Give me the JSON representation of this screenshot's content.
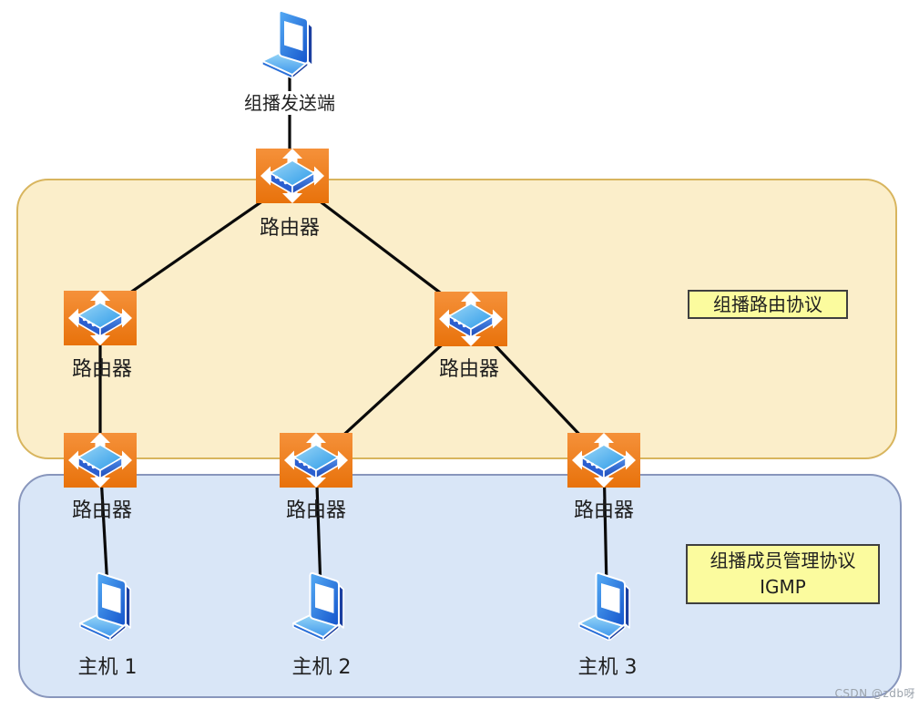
{
  "diagram": {
    "title": "multicast-topology",
    "sender": {
      "label": "组播发送端"
    },
    "zones": {
      "routing": {
        "label": "组播路由协议"
      },
      "igmp": {
        "label_line1": "组播成员管理协议",
        "label_line2": "IGMP"
      }
    },
    "routers": {
      "top": {
        "label": "路由器"
      },
      "l2_left": {
        "label": "路由器"
      },
      "l2_mid": {
        "label": "路由器"
      },
      "l3_left": {
        "label": "路由器"
      },
      "l3_mid": {
        "label": "路由器"
      },
      "l3_right": {
        "label": "路由器"
      }
    },
    "hosts": [
      {
        "label": "主机 1"
      },
      {
        "label": "主机 2"
      },
      {
        "label": "主机 3"
      }
    ],
    "watermark": "CSDN @zdb呀",
    "colors": {
      "zone_routing_fill": "#FBEECA",
      "zone_routing_border": "#D8B55E",
      "zone_igmp_fill": "#D9E6F7",
      "zone_igmp_border": "#8896BC",
      "callout_fill": "#FBFB9E",
      "callout_border": "#3F3F3F",
      "link_line": "#0A0A0A",
      "router_orange": "#ED7D1A",
      "device_blue": "#1E6FE0"
    }
  }
}
